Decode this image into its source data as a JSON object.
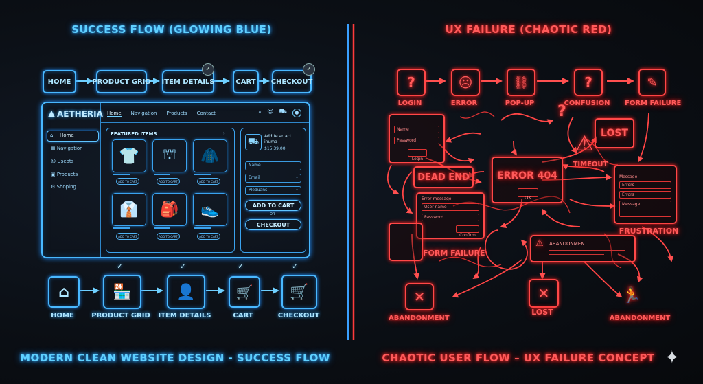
{
  "left": {
    "title": "SUCCESS FLOW (GLOWING BLUE)",
    "footer": "MODERN CLEAN WEBSITE DESIGN - SUCCESS FLOW",
    "top_flow": [
      "HOME",
      "PRODUCT GRID",
      "ITEM DETAILS",
      "CART",
      "CHECKOUT"
    ],
    "bottom_flow": [
      "HOME",
      "PRODUCT GRID",
      "ITEM DETAILS",
      "CART",
      "CHECKOUT"
    ],
    "mockup": {
      "brand": "AETHERIA",
      "nav": [
        "Home",
        "Navigation",
        "Products",
        "Contact"
      ],
      "sidebar": [
        "Home",
        "Navigation",
        "Useots",
        "Products",
        "Shoping"
      ],
      "section_title": "FEATURED ITEMS",
      "product_btn": "ADD TO CART",
      "cart_item": "Add te artact inuma",
      "cart_price": "$15.39.00",
      "fields": [
        "Name",
        "Email",
        "Pleduans"
      ],
      "add_to_cart": "ADD TO CART",
      "or": "OR",
      "checkout": "CHECKOUT"
    },
    "accent": "#49b8ff"
  },
  "right": {
    "title": "UX FAILURE (CHAOTIC RED)",
    "footer": "CHAOTIC USER FLOW – UX FAILURE CONCEPT",
    "top_flow": [
      "LOGIN",
      "ERROR",
      "POP-UP",
      "CONFUSION",
      "FORM FAILURE"
    ],
    "labels": {
      "lost_top": "LOST",
      "timeout": "TIMEOUT",
      "dead_end": "DEAD END",
      "error404": "ERROR 404",
      "ok": "OK",
      "form_failure": "FORM FAILURE",
      "abandonment_panel": "ABANDONMENT",
      "frustration": "FRUSTRATION",
      "abandonment_left": "ABANDONMENT",
      "lost_bottom": "LOST",
      "abandonment_right": "ABANDONMENT"
    },
    "login_form": {
      "name": "Name",
      "password": "Password",
      "button": "Login"
    },
    "error_form": {
      "header": "Error message",
      "user": "User name",
      "password": "Password",
      "button": "Confirm"
    },
    "right_form": {
      "header": "Message",
      "f1": "Errors",
      "f2": "Errors",
      "f3": "Message"
    },
    "accent": "#ff4848"
  }
}
